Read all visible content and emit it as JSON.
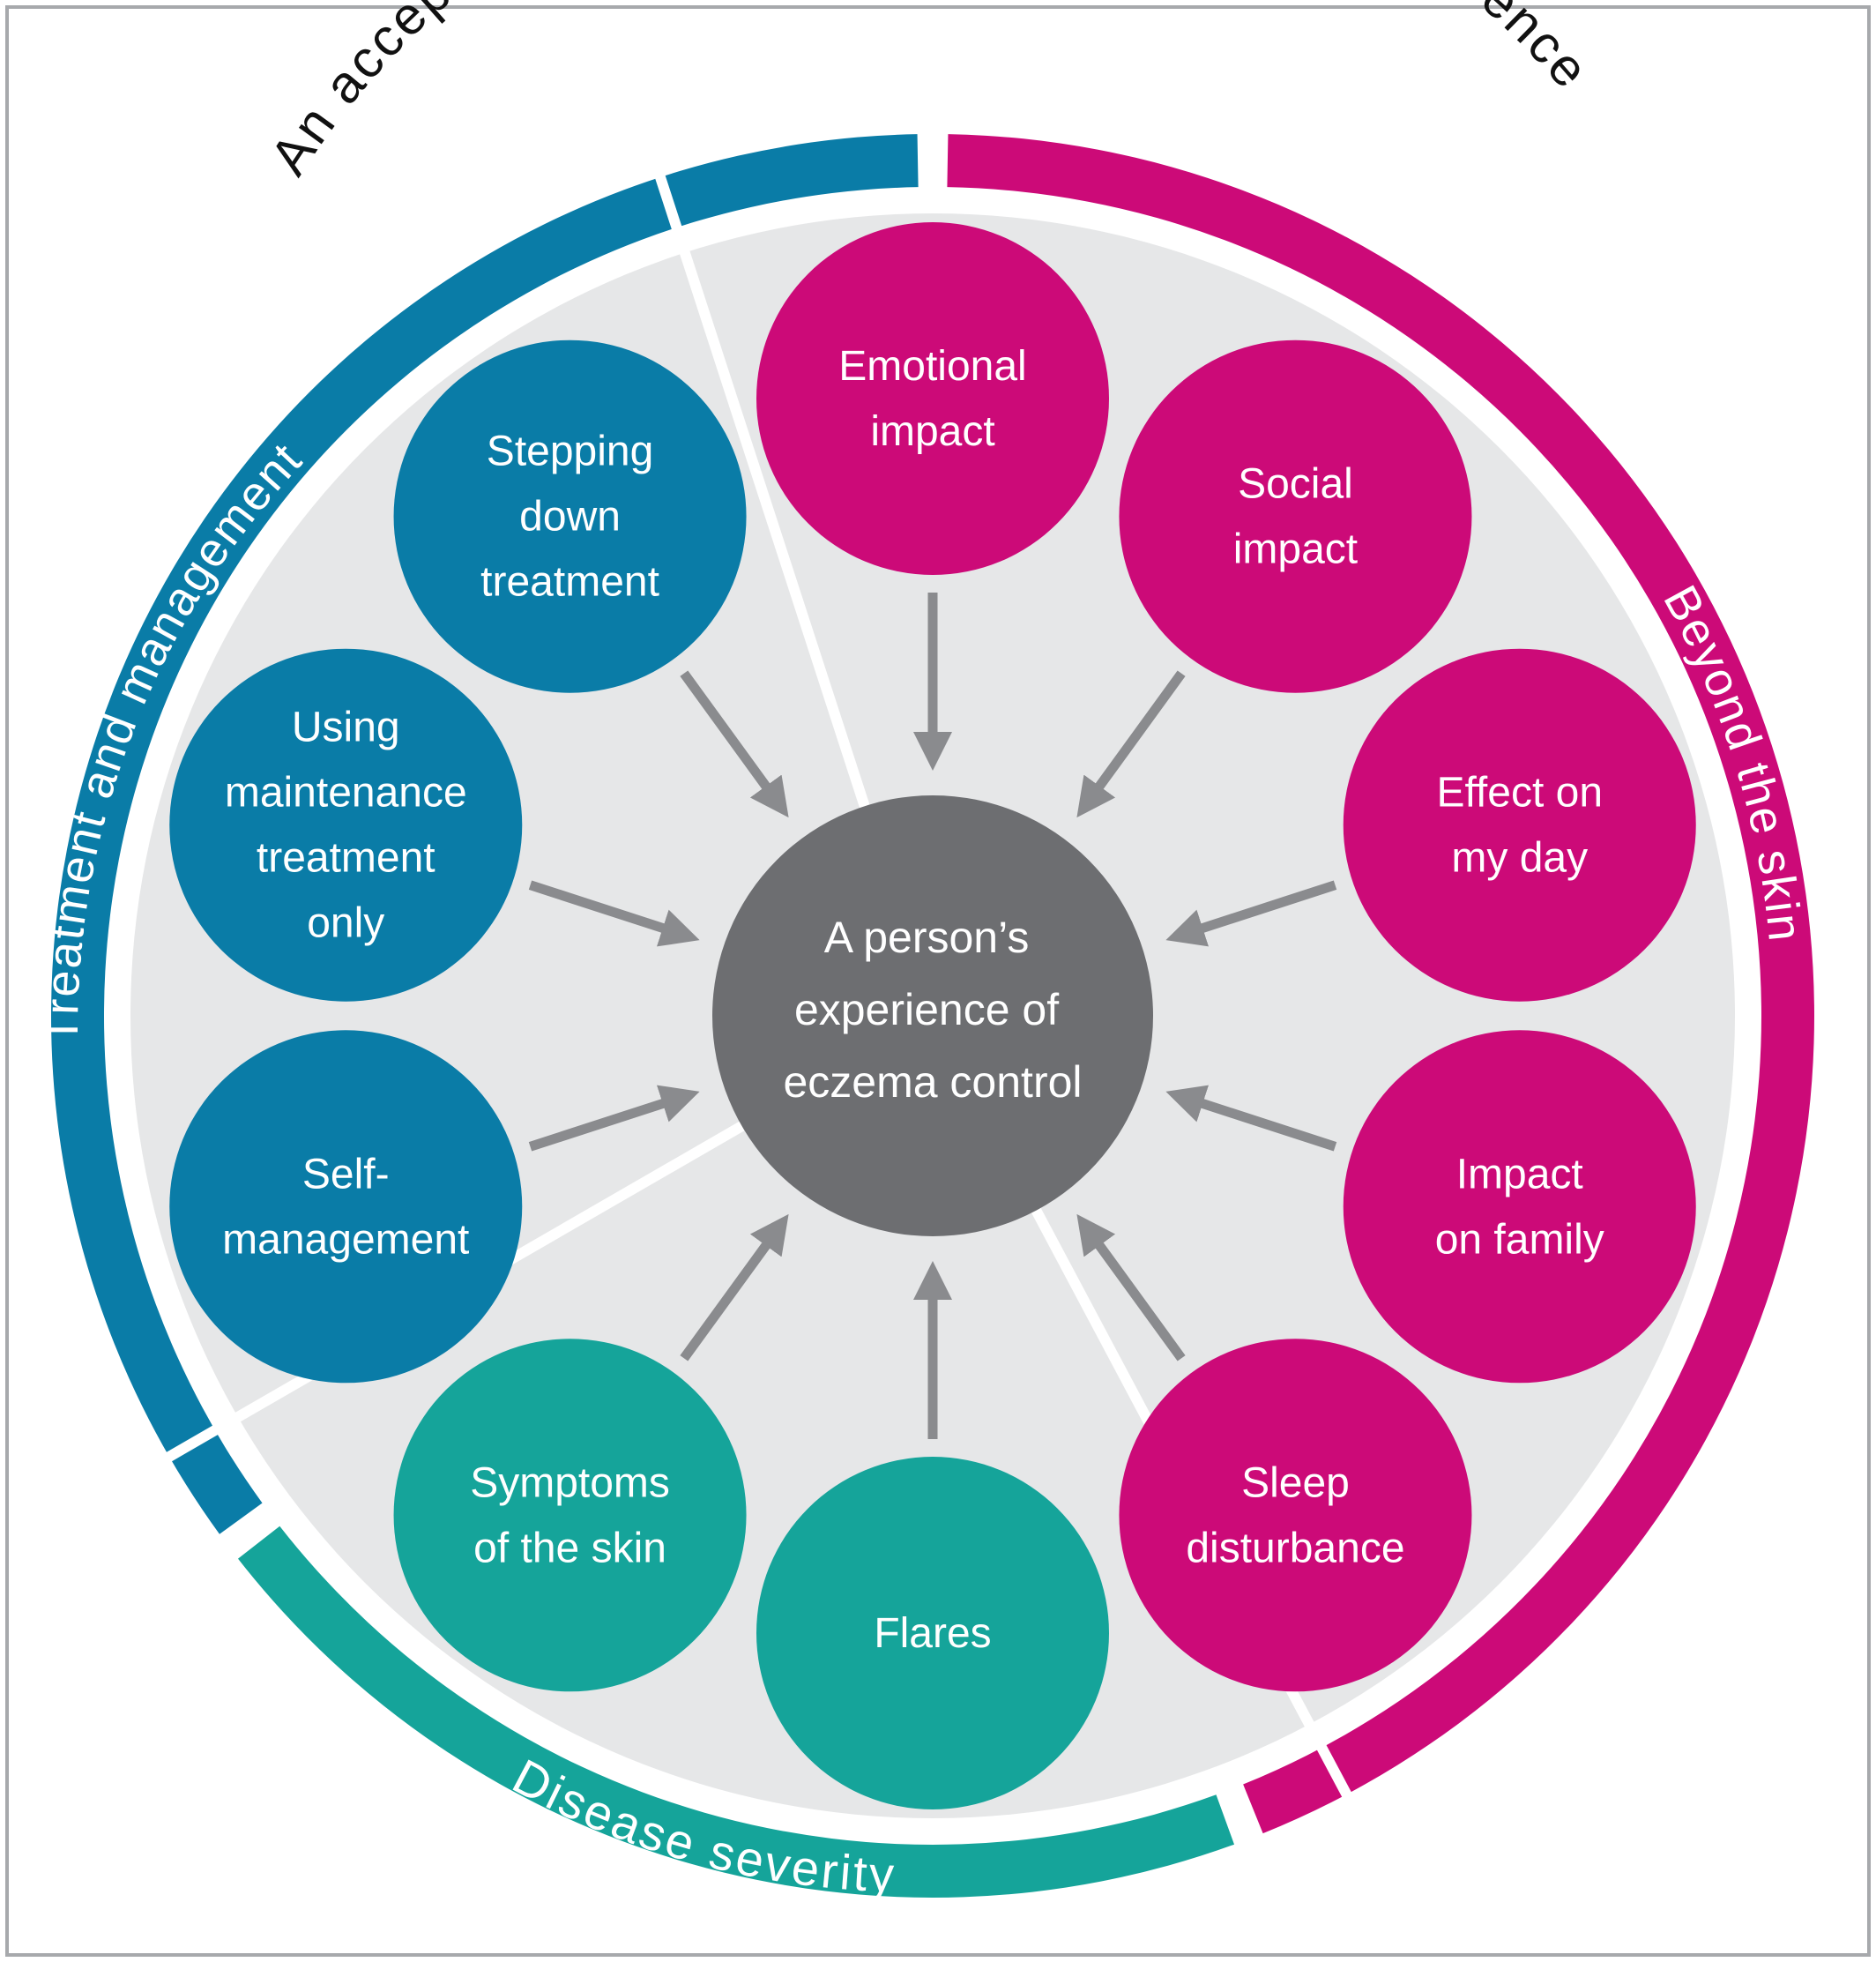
{
  "title": "An acceptable level of control is an individual experience",
  "center": {
    "lines": [
      "A person’s",
      "experience of",
      "eczema control"
    ],
    "color": "#6d6e71"
  },
  "sections": [
    {
      "id": "treatment",
      "label": "Treatment and management",
      "color": "#0a7ca7",
      "nodes": [
        {
          "name": "stepping-down-treatment",
          "lines": [
            "Stepping",
            "down",
            "treatment"
          ]
        },
        {
          "name": "using-maintenance-treatment-only",
          "lines": [
            "Using",
            "maintenance",
            "treatment",
            "only"
          ]
        },
        {
          "name": "self-management",
          "lines": [
            "Self-",
            "management"
          ]
        }
      ]
    },
    {
      "id": "beyond",
      "label": "Beyond the skin",
      "color": "#cc0a78",
      "nodes": [
        {
          "name": "emotional-impact",
          "lines": [
            "Emotional",
            "impact"
          ]
        },
        {
          "name": "social-impact",
          "lines": [
            "Social",
            "impact"
          ]
        },
        {
          "name": "effect-on-my-day",
          "lines": [
            "Effect on",
            "my day"
          ]
        },
        {
          "name": "impact-on-family",
          "lines": [
            "Impact",
            "on family"
          ]
        },
        {
          "name": "sleep-disturbance",
          "lines": [
            "Sleep",
            "disturbance"
          ]
        }
      ]
    },
    {
      "id": "severity",
      "label": "Disease severity",
      "color": "#15a49a",
      "nodes": [
        {
          "name": "symptoms-of-the-skin",
          "lines": [
            "Symptoms",
            "of the skin"
          ]
        },
        {
          "name": "flares",
          "lines": [
            "Flares"
          ]
        }
      ]
    }
  ],
  "colors": {
    "ring_background": "#e6e7e8",
    "arrow": "#8a8b8e",
    "divider": "#ffffff",
    "frame": "#a7a9ac"
  }
}
